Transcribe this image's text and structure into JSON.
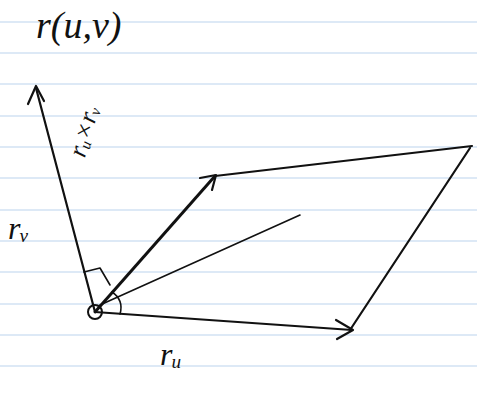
{
  "diagram": {
    "labels": [
      "r(u,v)",
      "rᵤ×rᵥ",
      "rᵥ",
      "rᵤ"
    ]
  }
}
